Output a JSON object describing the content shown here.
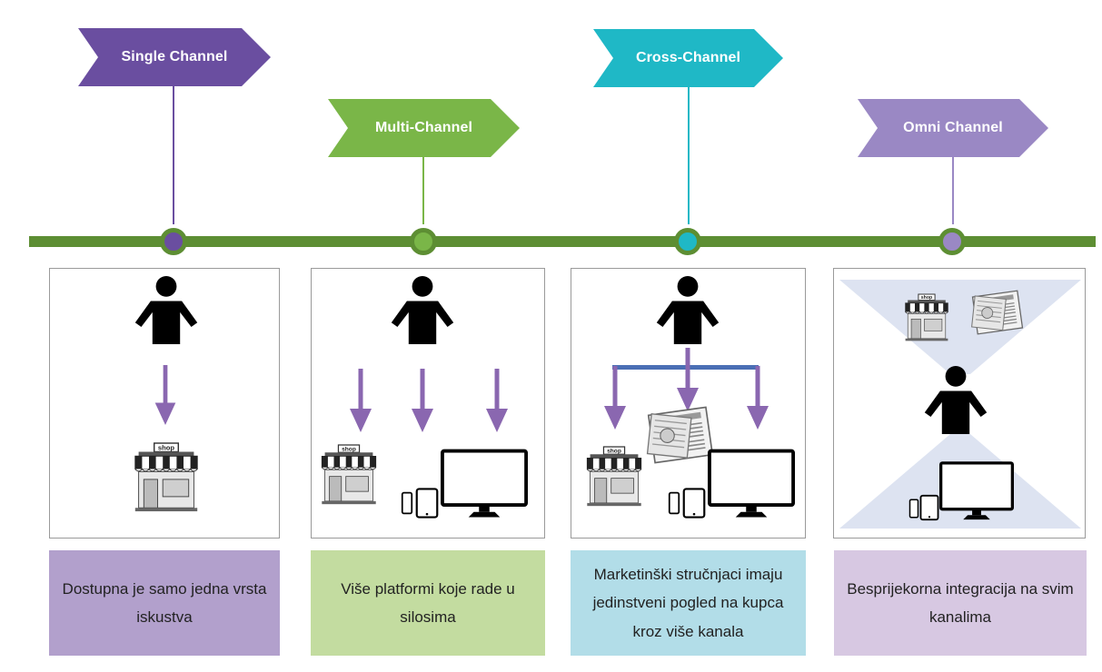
{
  "colors": {
    "timeline": "#5d8e33",
    "single": "#6a4ea0",
    "multi": "#7ab648",
    "cross": "#1fb8c6",
    "omni": "#9a88c4",
    "arrow": "#8a67b0",
    "cross_bar": "#4a6fb5",
    "caption_single": "#b2a0cc",
    "caption_multi": "#c3dca0",
    "caption_cross": "#b2dde8",
    "caption_omni": "#d7c8e2"
  },
  "stages": [
    {
      "title": "Single Channel",
      "caption": "Dostupna je samo jedna vrsta iskustva"
    },
    {
      "title": "Multi-Channel",
      "caption": "Više platformi koje rade u silosima"
    },
    {
      "title": "Cross-Channel",
      "caption": "Marketinški stručnjaci imaju jedinstveni pogled na kupca kroz više kanala"
    },
    {
      "title": "Omni Channel",
      "caption": "Besprijekorna integracija na svim kanalima"
    }
  ],
  "icons": {
    "person": "person-icon",
    "shop": "shop-icon",
    "shop_sign": "shop",
    "newspaper": "newspaper-icon",
    "monitor": "monitor-icon",
    "tablet": "tablet-icon",
    "phone": "phone-icon",
    "arrow": "arrow-down-icon"
  }
}
